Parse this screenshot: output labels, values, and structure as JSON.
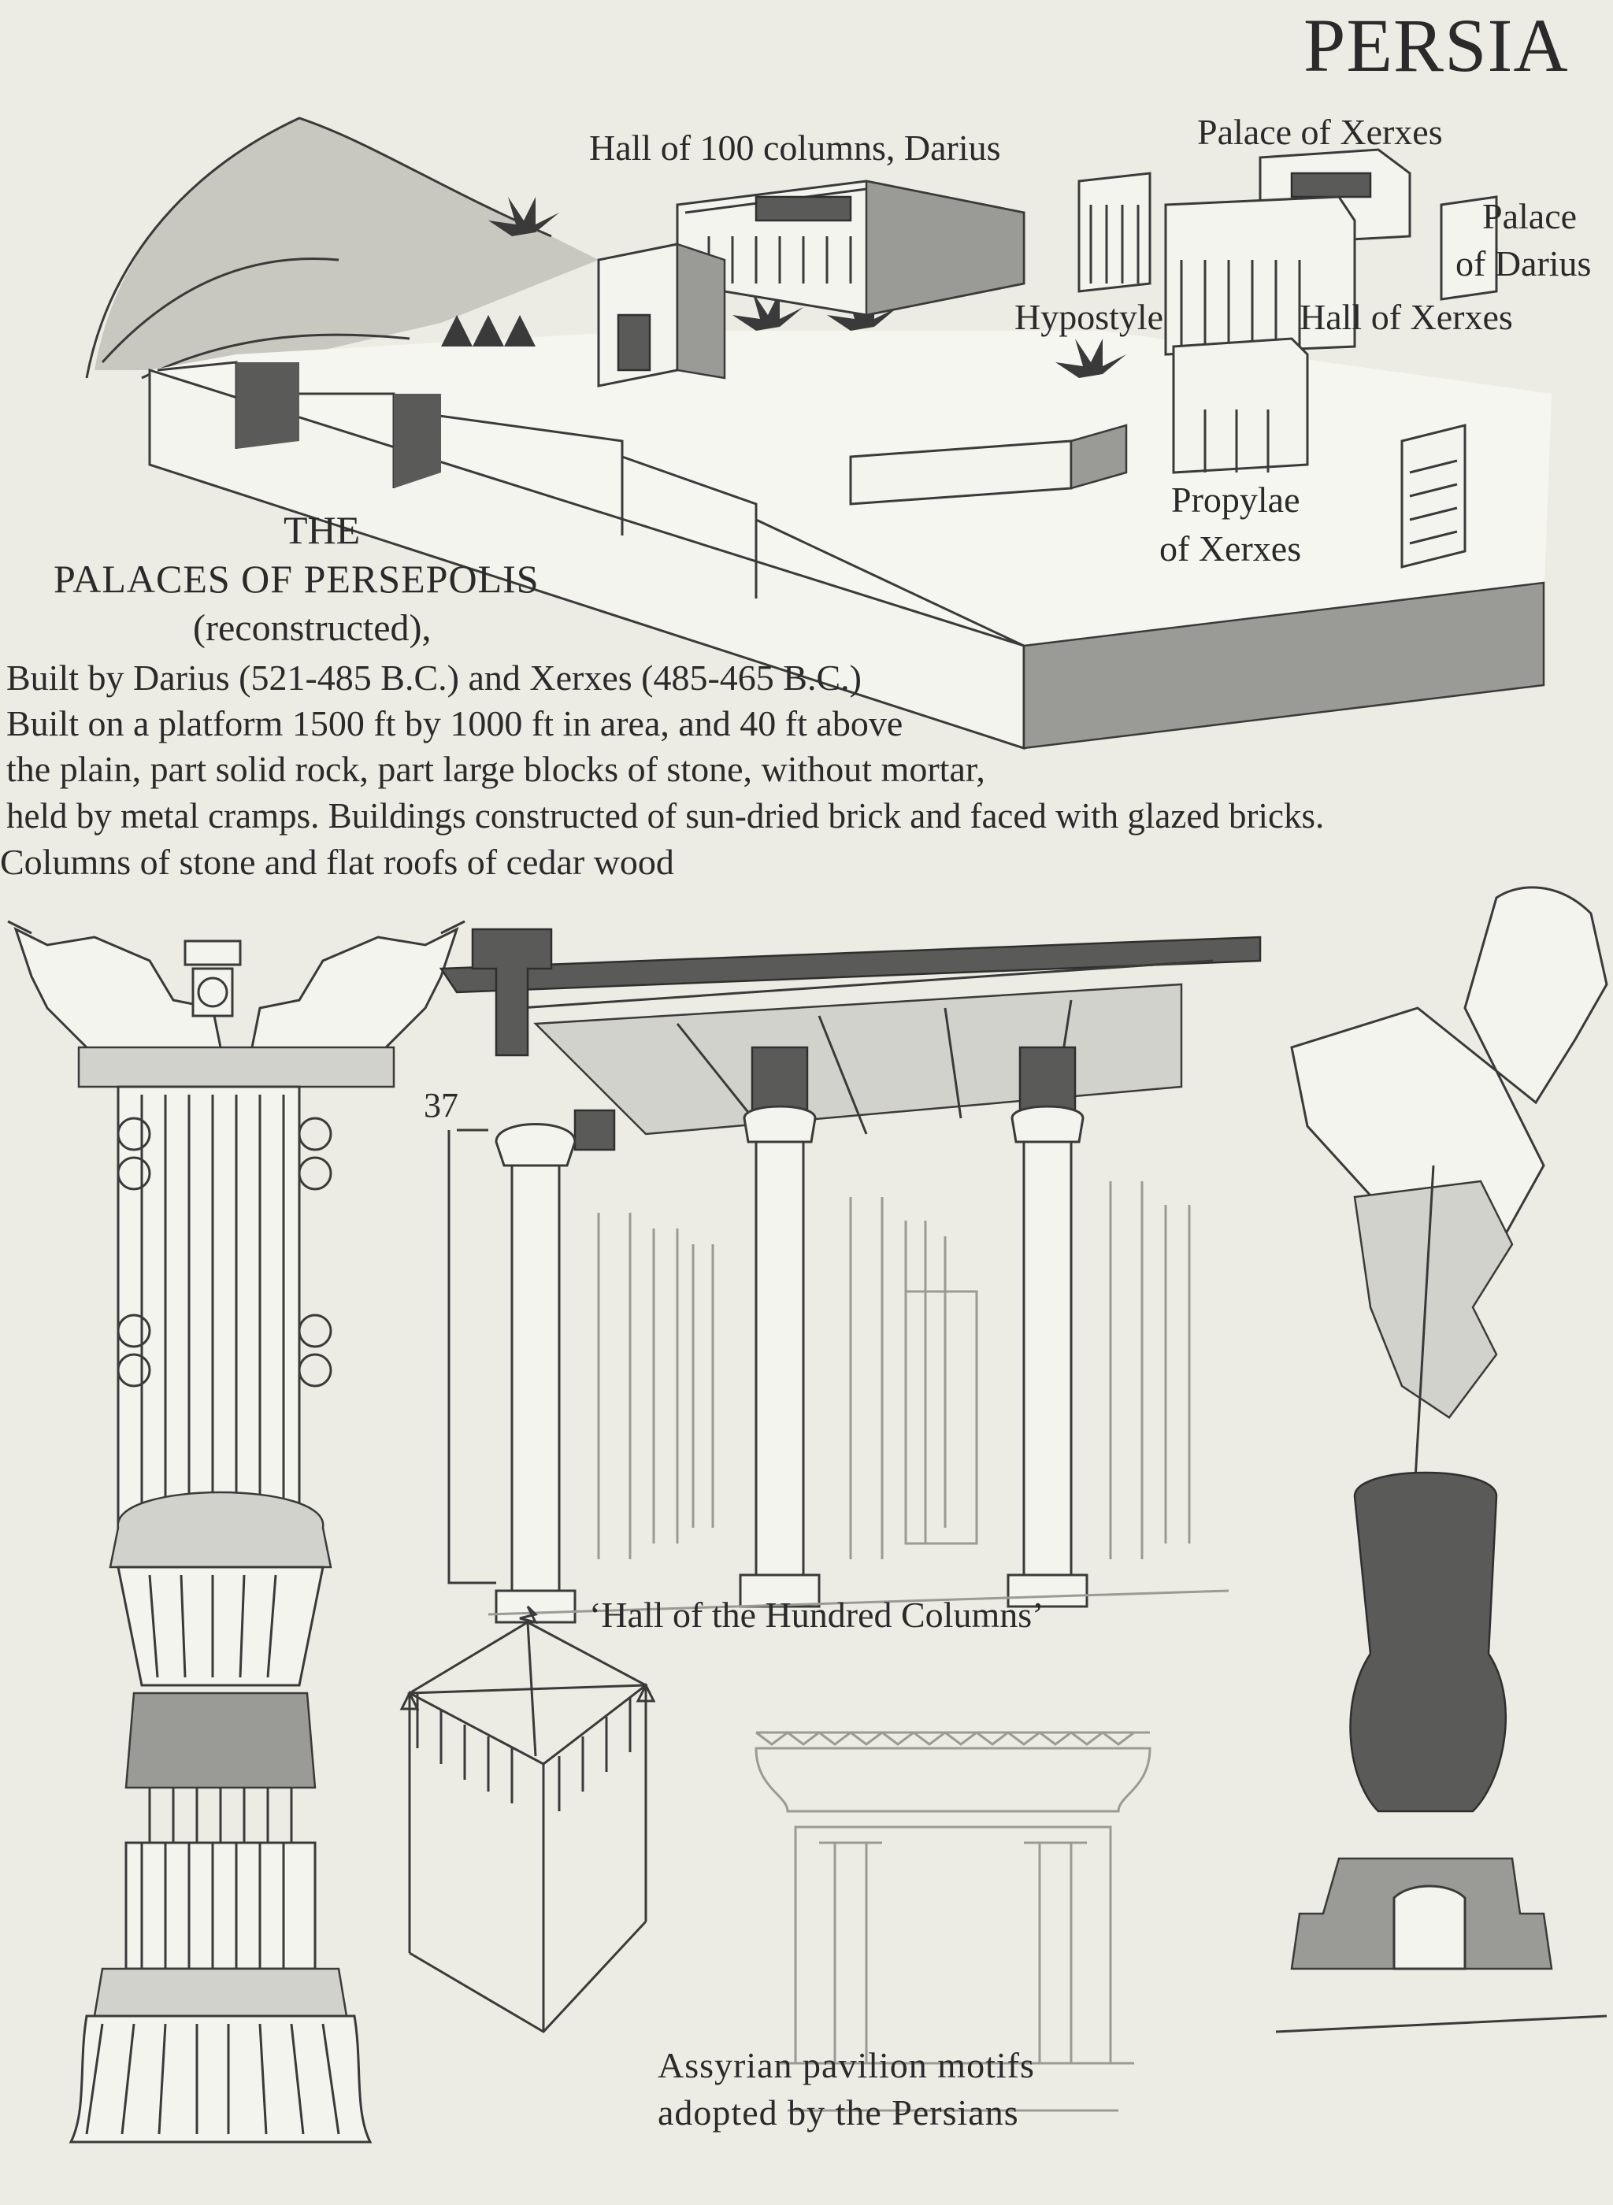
{
  "title": "PERSIA",
  "labels": {
    "hall_100_darius": "Hall of 100 columns, Darius",
    "palace_xerxes": "Palace of Xerxes",
    "palace_darius_1": "Palace",
    "palace_darius_2": "of Darius",
    "hypostyle": "Hypostyle",
    "hall_xerxes": "Hall of Xerxes",
    "propylae_1": "Propylae",
    "propylae_2": "of Xerxes"
  },
  "caption": {
    "line1": "THE",
    "line2": "PALACES OF PERSEPOLIS",
    "line3": "(reconstructed),"
  },
  "description": [
    "Built by Darius (521-485 B.C.) and Xerxes (485-465 B.C.)",
    "Built on a platform 1500 ft by 1000 ft in area, and 40 ft above",
    "the plain, part solid rock, part large blocks of stone, without mortar,",
    "held by metal cramps. Buildings constructed of sun-dried brick and faced with glazed bricks.",
    "Columns of stone and flat roofs of cedar wood"
  ],
  "scale_label": "37",
  "hall_caption": "‘Hall of the Hundred Columns’",
  "pavilion_caption": {
    "line1": "Assyrian pavilion motifs",
    "line2": "adopted by the Persians"
  }
}
